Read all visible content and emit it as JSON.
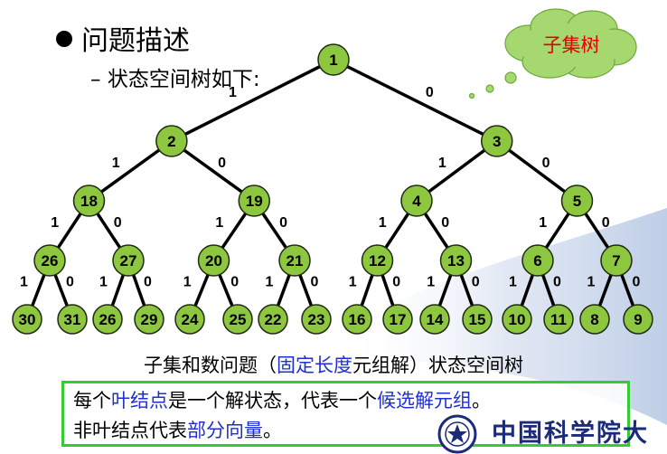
{
  "slide": {
    "heading": "问题描述",
    "subheading_dash": "–",
    "subheading": "状态空间树如下:",
    "cloud_label": "子集树",
    "colors": {
      "node_fill": "#8dc63f",
      "edge": "#000000",
      "highlight": "#1f2fd0",
      "cloud_text": "#e10000",
      "box_border": "#33cc33"
    }
  },
  "tree": {
    "nodes": [
      "1",
      "2",
      "3",
      "18",
      "19",
      "4",
      "5",
      "26",
      "27",
      "20",
      "21",
      "12",
      "13",
      "6",
      "7",
      "30",
      "31",
      "26",
      "29",
      "24",
      "25",
      "22",
      "23",
      "16",
      "17",
      "14",
      "15",
      "10",
      "11",
      "8",
      "9"
    ],
    "edge_labels": {
      "left": "1",
      "right": "0"
    }
  },
  "caption": {
    "part1": "子集和数问题（",
    "highlight": "固定长度",
    "part2": "元组解）状态空间树"
  },
  "note": {
    "line1_a": "每个",
    "line1_hl1": "叶结点",
    "line1_b": "是一个解状态，代表一个",
    "line1_hl2": "候选解元组",
    "line1_c": "。",
    "line2_a": "非叶结点代表",
    "line2_hl": "部分向量",
    "line2_b": "。"
  },
  "logo": {
    "name": "中国科学院大"
  }
}
